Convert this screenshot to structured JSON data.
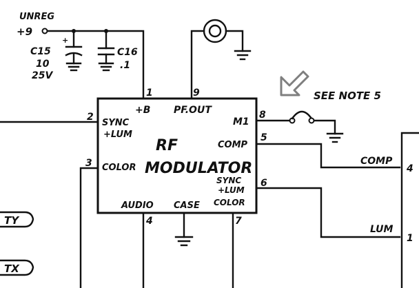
{
  "supply": {
    "unreg_label": "UNREG",
    "voltage_label": "+9"
  },
  "capacitors": [
    {
      "ref": "C15",
      "value": "10",
      "rating": "25V"
    },
    {
      "ref": "C16",
      "value": ".1"
    }
  ],
  "module": {
    "name_line1": "RF",
    "name_line2": "MODULATOR",
    "pins": {
      "plus_b": "+B",
      "pf_out": "PF.OUT",
      "sync_lum_l1": "SYNC",
      "sync_lum_l2": "+LUM",
      "color": "COLOR",
      "m1": "M1",
      "comp": "COMP",
      "sync_lum_color_l1": "SYNC",
      "sync_lum_color_l2": "+LUM",
      "sync_lum_color_l3": "COLOR",
      "audio": "AUDIO",
      "case": "CASE"
    },
    "pin_numbers": {
      "p1": "1",
      "p9": "9",
      "p2": "2",
      "p3": "3",
      "p8": "8",
      "p5": "5",
      "p6": "6",
      "p4": "4",
      "p7": "7"
    }
  },
  "note": "SEE NOTE 5",
  "connector": {
    "comp_label": "COMP",
    "comp_pin": "4",
    "lum_label": "LUM",
    "lum_pin": "1"
  },
  "left_labels": {
    "upper": "TY",
    "lower": "TX"
  }
}
